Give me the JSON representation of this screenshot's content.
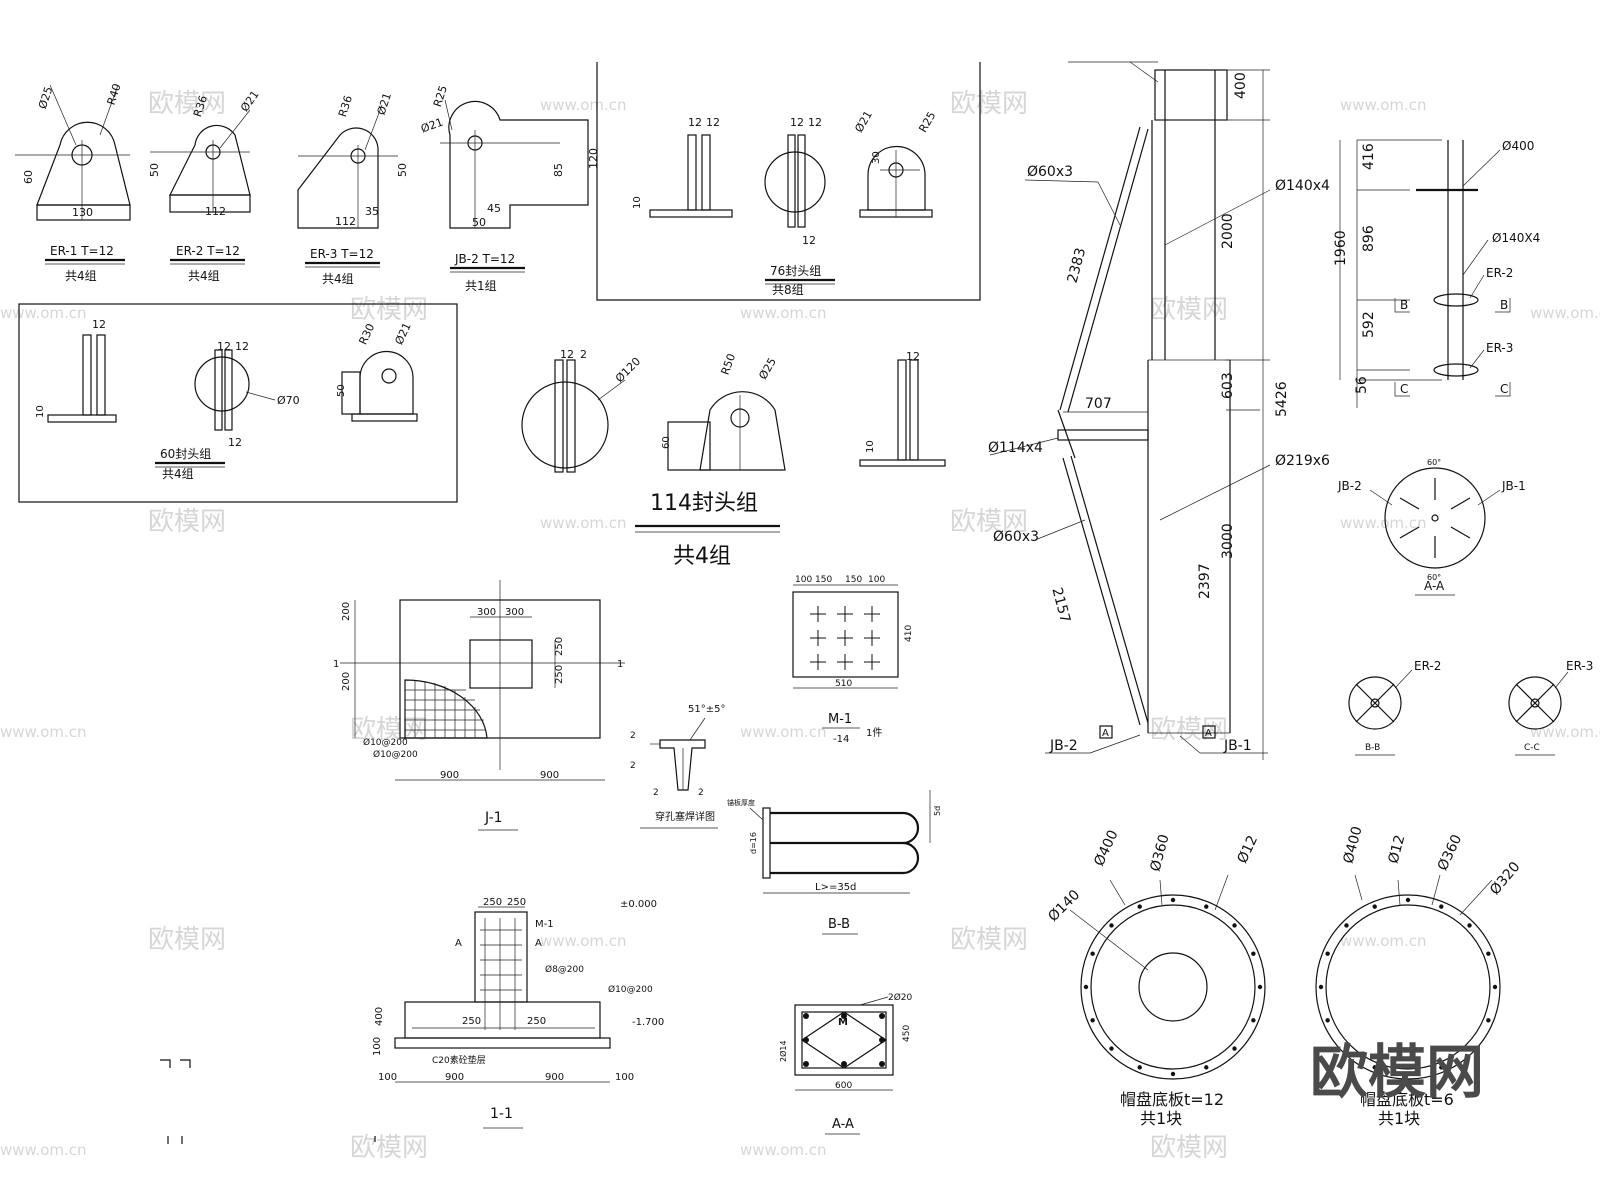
{
  "watermark": {
    "brand_cn": "欧模网",
    "url": "www.om.cn"
  },
  "parts": {
    "er1": {
      "title": "ER-1  T=12",
      "qty": "共4组",
      "d1": "Ø25",
      "r": "R40",
      "width": "130",
      "height": "60"
    },
    "er2": {
      "title": "ER-2  T=12",
      "qty": "共4组",
      "r": "R36",
      "d1": "Ø21",
      "width": "112",
      "height": "50"
    },
    "er3": {
      "title": "ER-3  T=12",
      "qty": "共4组",
      "r": "R36",
      "d1": "Ø21",
      "width": "112",
      "d2": "35",
      "height": "50"
    },
    "jb2": {
      "title": "JB-2  T=12",
      "qty": "共1组",
      "r": "R25",
      "d1": "Ø21",
      "d85": "85",
      "d120": "120",
      "d45": "45",
      "d50": "50"
    }
  },
  "cap76": {
    "title": "76封头组",
    "qty": "共8组",
    "t1": "12",
    "t2": "12",
    "t3": "12",
    "t4": "12",
    "t5": "12",
    "b": "10",
    "d1": "Ø21",
    "r": "R25",
    "h": "30"
  },
  "cap60": {
    "title": "60封头组",
    "qty": "共4组",
    "t1": "12",
    "t2": "12",
    "t3": "12",
    "t4": "12",
    "b": "10",
    "d70": "Ø70",
    "r": "R30",
    "d1": "Ø21",
    "h": "50"
  },
  "cap114": {
    "title": "114封头组",
    "qty": "共4组",
    "t1": "12",
    "t2": "2",
    "d120": "Ø120",
    "r": "R50",
    "d1": "Ø25",
    "h": "60",
    "t3": "12",
    "b": "10"
  },
  "column": {
    "d400": "400",
    "d2000": "2000",
    "d5426": "5426",
    "d603": "603",
    "d3000": "3000",
    "d2397": "2397",
    "d2383": "2383",
    "d2157": "2157",
    "d707": "707",
    "p60a": "Ø60x3",
    "p140": "Ø140x4",
    "p114": "Ø114x4",
    "p219": "Ø219x6",
    "p60b": "Ø60x3",
    "jb2": "JB-2",
    "jb1": "JB-1",
    "a": "A"
  },
  "elevation": {
    "d1960": "1960",
    "d416": "416",
    "d896": "896",
    "d592": "592",
    "d56": "56",
    "p400": "Ø400",
    "p140": "Ø140X4",
    "er2": "ER-2",
    "er3": "ER-3",
    "b": "B",
    "c": "C"
  },
  "section_aa": {
    "title": "A-A",
    "jb2": "JB-2",
    "jb1": "JB-1",
    "ang": "60°"
  },
  "section_bb": {
    "title": "B-B",
    "er2": "ER-2"
  },
  "section_cc": {
    "title": "C-C",
    "er3": "ER-3"
  },
  "plate12": {
    "title": "帽盘底板t=12",
    "qty": "共1块",
    "d140": "Ø140",
    "d400": "Ø400",
    "d360": "Ø360",
    "d12": "Ø12"
  },
  "plate6": {
    "title": "帽盘底板t=6",
    "qty": "共1块",
    "d400": "Ø400",
    "d12": "Ø12",
    "d360": "Ø360",
    "d320": "Ø320"
  },
  "footing": {
    "j1": "J-1",
    "sec11": "1-1",
    "mark1": "1",
    "d900": "900",
    "d300": "300",
    "d250": "250",
    "d200": "200",
    "d100": "100",
    "d400": "400",
    "rebar10": "Ø10@200",
    "rebar8": "Ø8@200",
    "m1": "M-1",
    "a": "A",
    "lvl0": "±0.000",
    "lvl1": "-1.700",
    "c20": "C20素砼垫层"
  },
  "m1": {
    "title": "M-1",
    "sub": "-14",
    "qty": "1件",
    "d100": "100",
    "d150": "150",
    "d510": "510",
    "d410": "410"
  },
  "weld": {
    "title": "穿孔塞焊详图",
    "ang": "51°±5°",
    "n2": "2"
  },
  "bb_anchor": {
    "title": "B-B",
    "len": "L>=35d",
    "d": "d=16",
    "hook": "5d",
    "lab": "锚板厚度"
  },
  "aa_col": {
    "title": "A-A",
    "top": "2Ø20",
    "side": "2Ø14",
    "w": "600",
    "h": "450"
  },
  "misc": {
    "corner": "「 「"
  }
}
